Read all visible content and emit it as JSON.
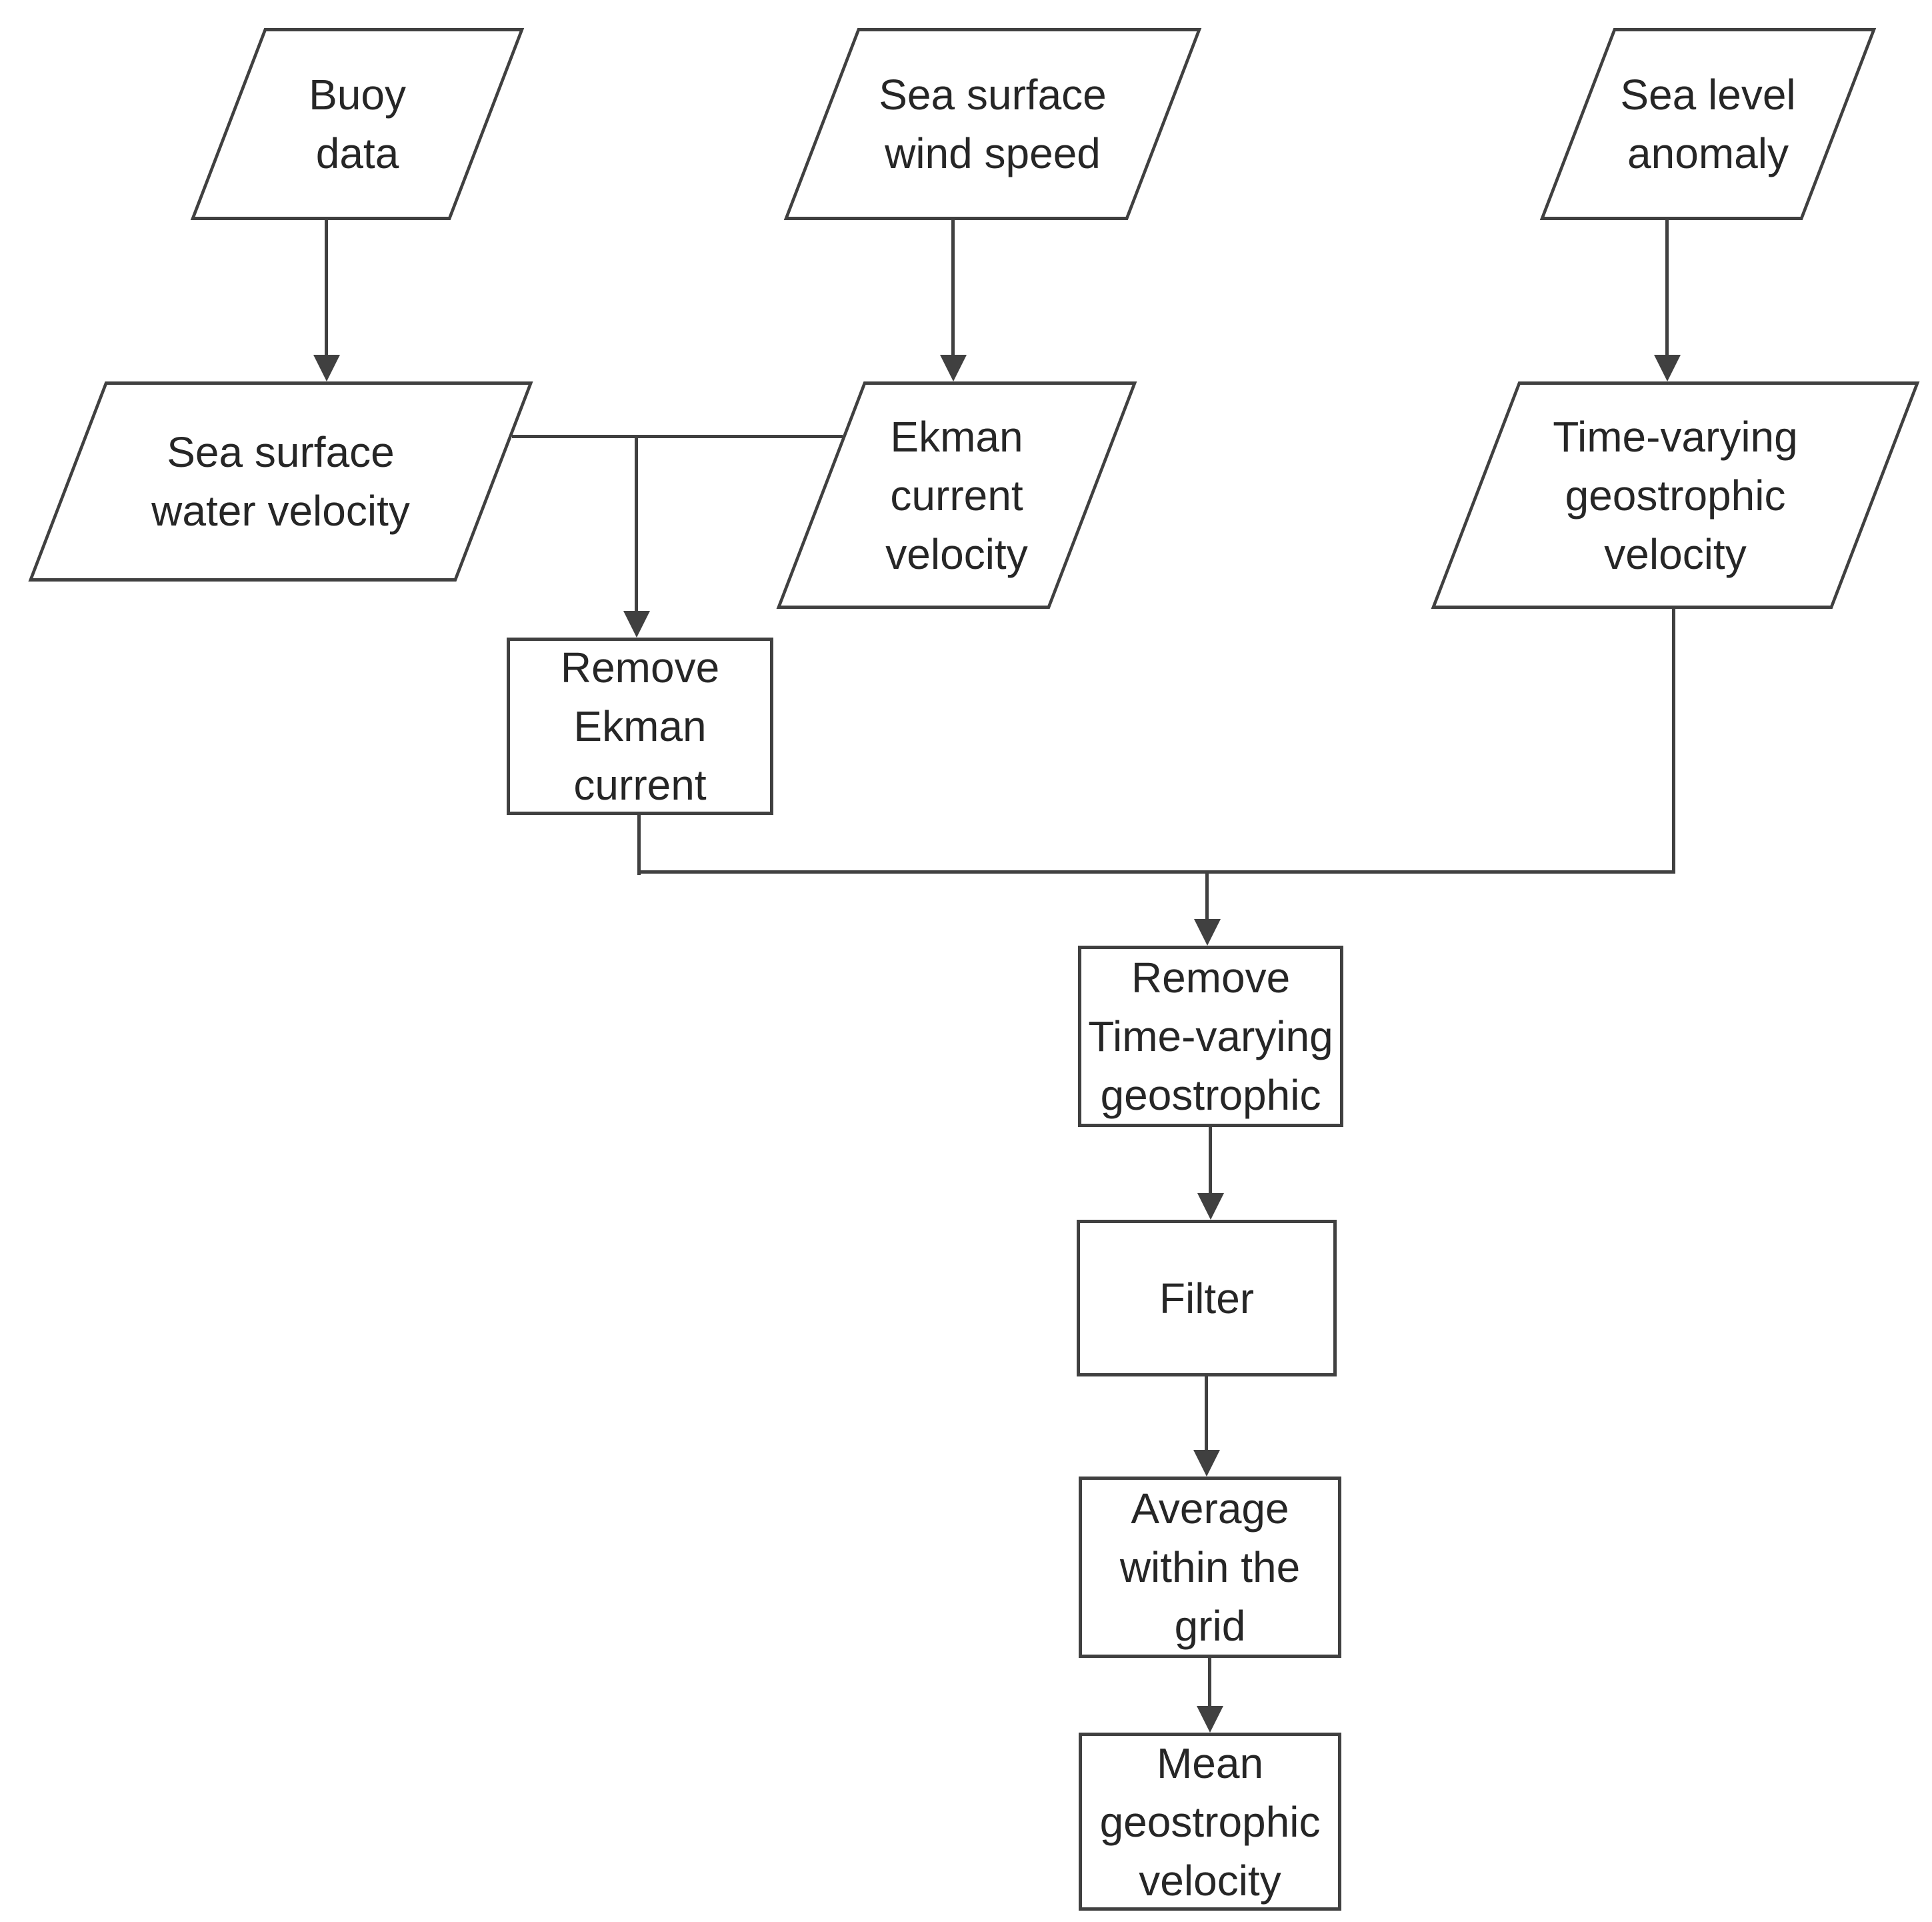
{
  "diagram": {
    "type": "flowchart",
    "colors": {
      "background": "#ffffff",
      "shape_fill": "#ffffff",
      "line": "#404040",
      "text": "#262626"
    },
    "nodes": [
      {
        "id": "buoy-data",
        "shape": "parallelogram",
        "lines": [
          "Buoy",
          "data"
        ]
      },
      {
        "id": "sea-surface-wind-speed",
        "shape": "parallelogram",
        "lines": [
          "Sea surface",
          "wind speed"
        ]
      },
      {
        "id": "sea-level-anomaly",
        "shape": "parallelogram",
        "lines": [
          "Sea level",
          "anomaly"
        ]
      },
      {
        "id": "sea-surface-water-velocity",
        "shape": "parallelogram",
        "lines": [
          "Sea surface",
          "water velocity"
        ]
      },
      {
        "id": "ekman-current-velocity",
        "shape": "parallelogram",
        "lines": [
          "Ekman",
          "current",
          "velocity"
        ]
      },
      {
        "id": "time-varying-geostrophic-velocity",
        "shape": "parallelogram",
        "lines": [
          "Time-varying",
          "geostrophic",
          "velocity"
        ]
      },
      {
        "id": "remove-ekman-current",
        "shape": "process",
        "lines": [
          "Remove",
          "Ekman",
          "current"
        ]
      },
      {
        "id": "remove-time-varying-geostrophic",
        "shape": "process",
        "lines": [
          "Remove",
          "Time-varying",
          "geostrophic"
        ]
      },
      {
        "id": "filter",
        "shape": "process",
        "lines": [
          "Filter"
        ]
      },
      {
        "id": "average-within-the-grid",
        "shape": "process",
        "lines": [
          "Average",
          "within the",
          "grid"
        ]
      },
      {
        "id": "mean-geostrophic-velocity",
        "shape": "process",
        "lines": [
          "Mean",
          "geostrophic",
          "velocity"
        ]
      }
    ],
    "edges": [
      {
        "from": "buoy-data",
        "to": "sea-surface-water-velocity",
        "arrow": true
      },
      {
        "from": "sea-surface-wind-speed",
        "to": "ekman-current-velocity",
        "arrow": true
      },
      {
        "from": "sea-level-anomaly",
        "to": "time-varying-geostrophic-velocity",
        "arrow": true
      },
      {
        "from": "sea-surface-water-velocity",
        "to": "ekman-current-velocity",
        "arrow": false
      },
      {
        "from": "sea-surface-water-velocity",
        "to": "remove-ekman-current",
        "arrow": true
      },
      {
        "from": "remove-ekman-current",
        "to": "remove-time-varying-geostrophic",
        "arrow": true
      },
      {
        "from": "time-varying-geostrophic-velocity",
        "to": "remove-time-varying-geostrophic",
        "arrow": true
      },
      {
        "from": "remove-time-varying-geostrophic",
        "to": "filter",
        "arrow": true
      },
      {
        "from": "filter",
        "to": "average-within-the-grid",
        "arrow": true
      },
      {
        "from": "average-within-the-grid",
        "to": "mean-geostrophic-velocity",
        "arrow": true
      }
    ]
  }
}
